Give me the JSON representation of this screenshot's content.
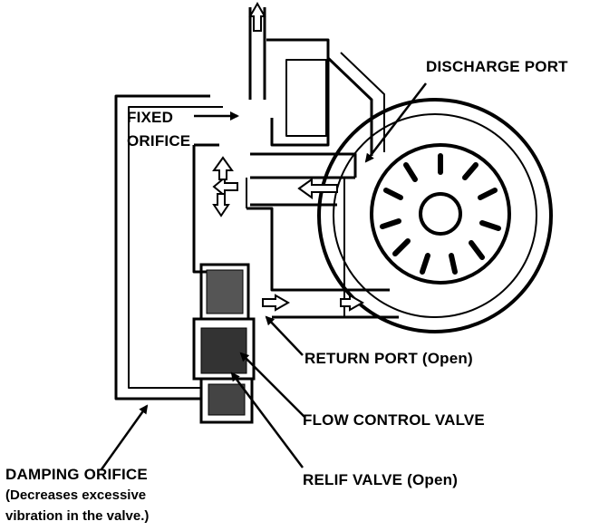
{
  "labels": {
    "fixed_orifice_line1": "FIXED",
    "fixed_orifice_line2": "ORIFICE",
    "discharge_port": "DISCHARGE PORT",
    "return_port": "RETURN PORT (Open)",
    "flow_control_valve": "FLOW CONTROL VALVE",
    "relif_valve": "RELIF VALVE (Open)",
    "damping_orifice": "DAMPING ORIFICE",
    "damping_note_line1": "(Decreases excessive",
    "damping_note_line2": "vibration in the valve.)"
  },
  "colors": {
    "ink": "#000000",
    "paper": "#ffffff"
  }
}
